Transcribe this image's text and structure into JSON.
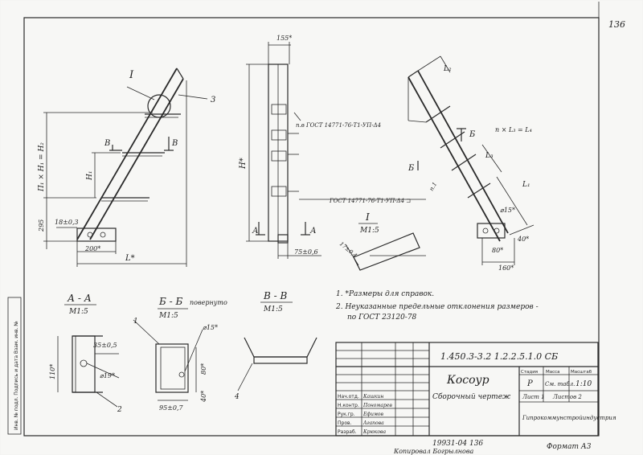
{
  "page_number": "136",
  "callouts": {
    "detail_I": "I",
    "pos3": "3",
    "pos1": "1",
    "pos2": "2",
    "pos4": "4",
    "section_B_marker": "В",
    "section_B2_marker": "В",
    "section_A_marker": "А",
    "section_A2_marker": "А",
    "section_Bb_marker": "Б",
    "section_Bb2_marker": "Б",
    "pos_pv": "п.в",
    "pos_p1": "п.1"
  },
  "dims": {
    "h_left": "П₁ × Н₁ = Н₂",
    "h1": "Н₁",
    "d295": "295",
    "d18": "18±0,3",
    "d200": "200*",
    "dL": "L*",
    "d155": "155*",
    "dH": "Н*",
    "d75": "75±0,6",
    "dL2": "L₂",
    "dL3": "L₃",
    "dn": "n × L₃ = L₄",
    "dL1": "L₁",
    "d15": "⌀15*",
    "d80": "80*",
    "d40": "40*",
    "d160": "160*",
    "d35": "35±0,5",
    "d19": "⌀19*",
    "d110": "110*",
    "d15b": "⌀15*",
    "d80b": "80*",
    "d40b": "40*",
    "d95": "95±0,7",
    "d17": "17±0,4"
  },
  "gost_labels": {
    "g1": "п.в ГОСТ 14771-76-Т1-УП-Δ4",
    "g2": "ГОСТ 14771-76-Т1-УП-Δ4 ⊐"
  },
  "views": {
    "detail_title": "I",
    "detail_scale": "М1:5",
    "aa_title": "А - А",
    "aa_scale": "М1:5",
    "bb_title": "Б - Б",
    "bb_note": "повернуто",
    "bb_scale": "М1:5",
    "vv_title": "В - В",
    "vv_scale": "М1:5"
  },
  "notes": [
    "1. *Размеры для справок.",
    "2. Неуказанные предельные отклонения размеров -",
    "по ГОСТ 23120-78"
  ],
  "title_block": {
    "designation": "1.450.3-3.2   1.2.2.5.1.0 СБ",
    "name": "Косоур",
    "subtitle": "Сборочный чертеж",
    "stage_header": "Стадия",
    "mass_header": "Масса",
    "scale_header": "Масштаб",
    "stage": "Р",
    "mass": "См. табл.",
    "scale": "1:10",
    "sheet": "Лист 1",
    "sheets": "Листов 2",
    "org": "Гипрокоммунстройиндустрия",
    "roles": [
      {
        "role": "Нач.отд.",
        "name": "Кашкин"
      },
      {
        "role": "Н.контр.",
        "name": "Пономарев"
      },
      {
        "role": "Рук.гр.",
        "name": "Ефимов"
      },
      {
        "role": "Пров.",
        "name": "Агапова"
      },
      {
        "role": "Разраб.",
        "name": "Крюкова"
      }
    ]
  },
  "footer": {
    "inv": "19931-04    136",
    "copied": "Копировал Богрылнова",
    "format": "Формат А3"
  },
  "left_strip": "Инв. № подл.   Подпись и дата   Взам. инв. №"
}
